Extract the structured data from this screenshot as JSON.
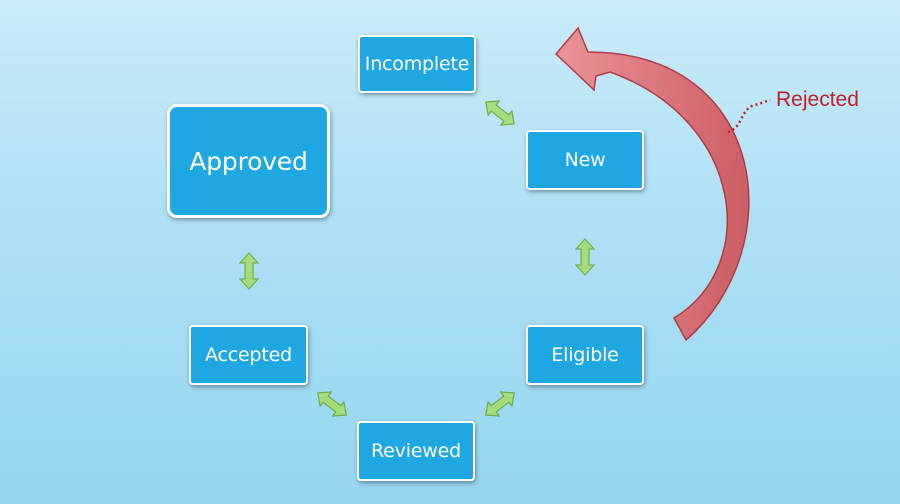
{
  "diagram": {
    "nodes": {
      "incomplete": "Incomplete",
      "new": "New",
      "eligible": "Eligible",
      "reviewed": "Reviewed",
      "accepted": "Accepted",
      "approved": "Approved"
    },
    "rejected_label": "Rejected",
    "colors": {
      "node_fill": "#1fa7e1",
      "node_border": "#ffffff",
      "connector_fill": "#a6dc7c",
      "connector_stroke": "#6aaf4e",
      "reject_arrow_fill": "#e06b70",
      "reject_arrow_stroke": "#b02a32",
      "rejected_text": "#c0202a"
    }
  }
}
